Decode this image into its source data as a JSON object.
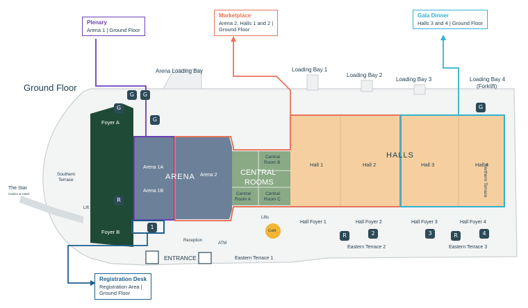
{
  "title": "Ground Floor",
  "callouts": {
    "plenary": {
      "title": "Plenary",
      "line1": "Arena 1 | Ground Floor"
    },
    "marketplace": {
      "title": "Marketplace",
      "line1": "Arena 2, Halls 1 and 2 |",
      "line2": "Ground Floor"
    },
    "gala": {
      "title": "Gala Dinner",
      "line1": "Halls 3 and 4 | Ground Floor"
    },
    "registration": {
      "title": "Registration Desk",
      "line1": "Registration Area |",
      "line2": "Ground Floor"
    }
  },
  "loading_bays": {
    "arena": "Arena Loading Bay",
    "bay1": "Loading Bay 1",
    "bay2": "Loading Bay 2",
    "bay3": "Loading Bay 3",
    "bay4_line1": "Loading Bay 4",
    "bay4_line2": "(Forklift)"
  },
  "rooms": {
    "foyer_a": "Foyer A",
    "foyer_b": "Foyer B",
    "southern_terrace_1": "Southern",
    "southern_terrace_2": "Terrace",
    "the_star_1": "The Star",
    "the_star_2": "Casino & Hotel",
    "arena_1a": "Arena 1A",
    "arena_1b": "Arena 1B",
    "arena_big": "ARENA",
    "arena_2": "Arena 2",
    "central_rooms_1": "CENTRAL",
    "central_rooms_2": "ROOMS",
    "central_room_a_1": "Central",
    "central_room_a_2": "Room A",
    "central_room_b_1": "Central",
    "central_room_b_2": "Room B",
    "central_room_c_1": "Central",
    "central_room_c_2": "Room C",
    "halls_big": "HALLS",
    "hall_1": "Hall 1",
    "hall_2": "Hall 2",
    "hall_3": "Hall 3",
    "hall_4": "Hall 4",
    "northern_terrace": "Northern Terrace",
    "hall_foyer_1": "Hall Foyer 1",
    "hall_foyer_2": "Hall Foyer 2",
    "hall_foyer_3": "Hall Foyer 3",
    "hall_foyer_4": "Hall Foyer 4",
    "eastern_terrace_1": "Eastern Terrace 1",
    "eastern_terrace_2": "Eastern Terrace 2",
    "eastern_terrace_3": "Eastern Terrace 3",
    "entrance": "ENTRANCE",
    "reception": "Reception",
    "atm": "ATM",
    "lifts": "Lifts",
    "lift": "Lift",
    "cafe": "Café"
  },
  "badges": {
    "g": "G",
    "r": "R",
    "one": "1",
    "two": "2",
    "three": "3",
    "four": "4"
  },
  "colors": {
    "plenary": "#6a3fb5",
    "marketplace": "#e8735a",
    "gala": "#2fb3cf",
    "registration": "#1d5e8c",
    "foyer": "#1f4a36",
    "central": "#8aaa86",
    "halls": "#f5cfa0",
    "arena": "#6c8199"
  }
}
